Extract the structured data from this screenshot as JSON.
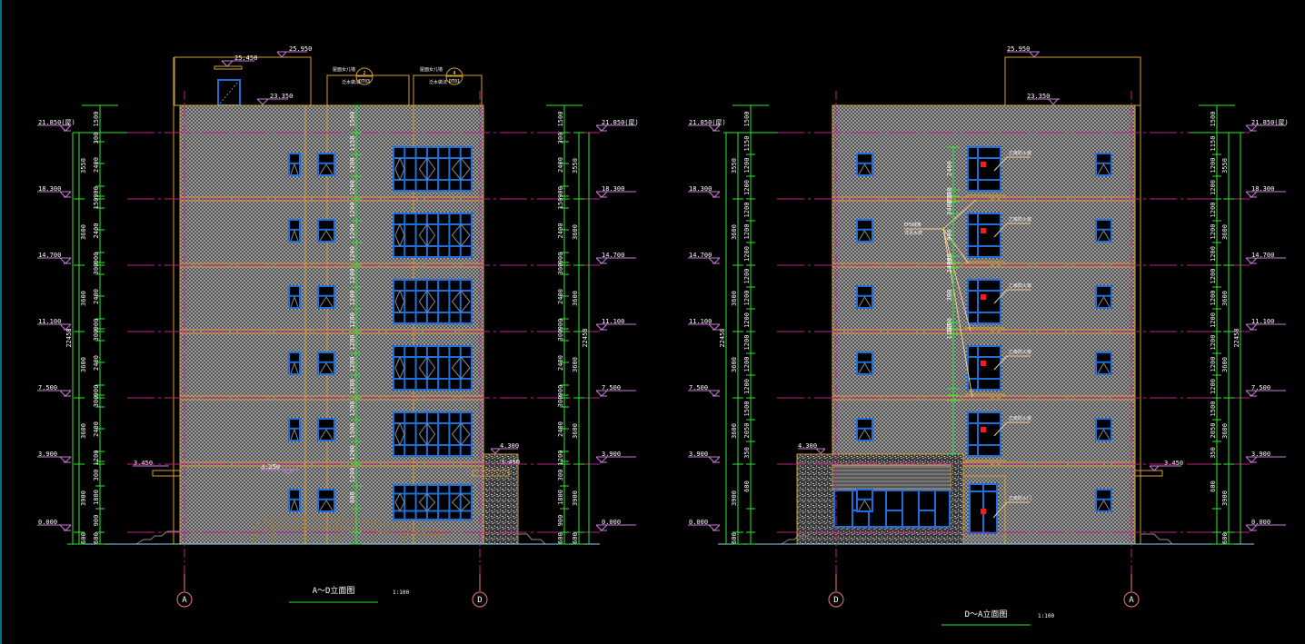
{
  "colors": {
    "background": "#000000",
    "outline": "#d4a030",
    "window": "#1e6fd9",
    "dimension": "#2ee82e",
    "level_mark": "#c77dd9",
    "axis_line": "#c0208c",
    "grid_bubble": "#f07a7a",
    "ground": "#7fd8e8",
    "hatch_dark": "#555555",
    "hatch_light": "#9a9a9a",
    "text": "#ffffff",
    "red_marker": "#ff1a1a",
    "leader": "#f0d090",
    "frame": "#00e5ff"
  },
  "left_elevation": {
    "title": "A～D立面图",
    "scale": "1:100",
    "grid_left": "A",
    "grid_right": "D",
    "levels": [
      "21.850(屋)",
      "18.300",
      "14.700",
      "11.100",
      "7.500",
      "3.900",
      "0.000"
    ],
    "top_levels": [
      "25.950",
      "25.450",
      "23.350"
    ],
    "canopy_levels": [
      "3.450",
      "3.250",
      "4.300",
      "3.450"
    ],
    "callouts": [
      {
        "text_top": "屋面女儿墙",
        "text_bottom": "泛水做法",
        "num": "2",
        "sheet": "DT03"
      },
      {
        "text_top": "屋面女儿墙",
        "text_bottom": "泛水做法",
        "num": "4",
        "sheet": "DT01"
      }
    ],
    "dims_left_outer": "22458",
    "dims_left_floor": [
      "3550",
      "3600",
      "3600",
      "3600",
      "3600",
      "3900",
      "600"
    ],
    "dims_left_inner": [
      "1500",
      "300",
      "2400",
      "900",
      "150",
      "2400",
      "900",
      "300",
      "2400",
      "900",
      "300",
      "2400",
      "900",
      "300",
      "2400",
      "1200",
      "300",
      "1800",
      "900",
      "600"
    ],
    "dims_center": [
      "1500",
      "1150",
      "1200",
      "1200",
      "1200",
      "1200",
      "1200",
      "1200",
      "1200",
      "1200",
      "1200",
      "1200",
      "1200",
      "1200",
      "1500",
      "1200",
      "1200",
      "600"
    ]
  },
  "right_elevation": {
    "title": "D～A立面图",
    "scale": "1:100",
    "grid_left": "D",
    "grid_right": "A",
    "levels": [
      "21.850(屋)",
      "18.300",
      "14.700",
      "11.100",
      "7.500",
      "3.900",
      "0.000"
    ],
    "top_levels": [
      "25.950",
      "23.350"
    ],
    "canopy_levels": [
      "4.300",
      "3.450"
    ],
    "annotations": [
      "乙级防火窗",
      "乙级防火窗",
      "乙级防火窗",
      "乙级防火窗",
      "乙级防火窗",
      "乙级防火门"
    ],
    "eps_note": [
      "EPS线条",
      "详见大样"
    ],
    "dims_outer": "22458",
    "dims_floor": [
      "3550",
      "3600",
      "3600",
      "3600",
      "3600",
      "3900",
      "600"
    ],
    "dims_inner": [
      "1500",
      "1150",
      "1200",
      "1200",
      "1200",
      "1200",
      "1200",
      "1200",
      "1200",
      "1200",
      "1200",
      "1200",
      "1200",
      "1500",
      "2050",
      "350",
      "600"
    ],
    "dims_stair": [
      "2400",
      "300",
      "150",
      "2400",
      "900",
      "300",
      "2400",
      "300",
      "1200",
      "1100"
    ]
  }
}
